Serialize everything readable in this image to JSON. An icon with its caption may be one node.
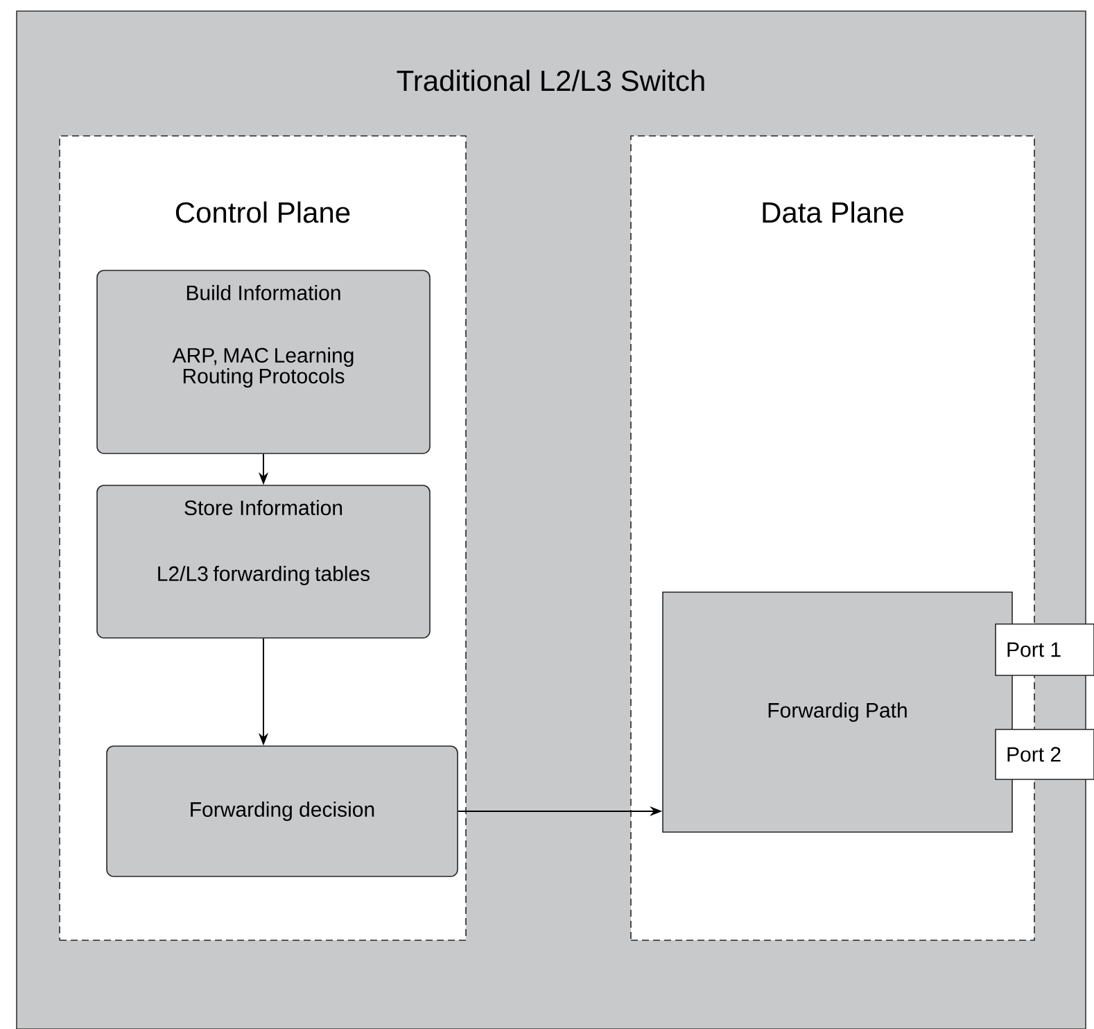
{
  "diagram": {
    "nodes": [
      {
        "text": [
          "Traditional L2/L3 Switch"
        ]
      },
      {
        "text": [
          "Control Plane"
        ],
        "in": 0
      },
      {
        "text": [
          "Data Plane"
        ],
        "in": 0
      },
      {
        "text": [
          "Build Information",
          "ARP, MAC Learning Routing Protocols"
        ],
        "in": 1
      },
      {
        "text": [
          "Store Information",
          "L2/L3 forwarding tables"
        ],
        "in": 1
      },
      {
        "text": [
          "Forwarding decision"
        ],
        "in": 1
      },
      {
        "text": [
          "Forwardig Path"
        ],
        "in": 2
      },
      {
        "text": [
          "Port 1"
        ]
      },
      {
        "text": [
          "Port 2"
        ]
      }
    ],
    "edges": [
      {
        "from": 3,
        "to": 4,
        "arrow": "to"
      },
      {
        "from": 4,
        "to": 5,
        "arrow": "to"
      },
      {
        "from": 5,
        "to": 6,
        "arrow": "to"
      }
    ]
  }
}
